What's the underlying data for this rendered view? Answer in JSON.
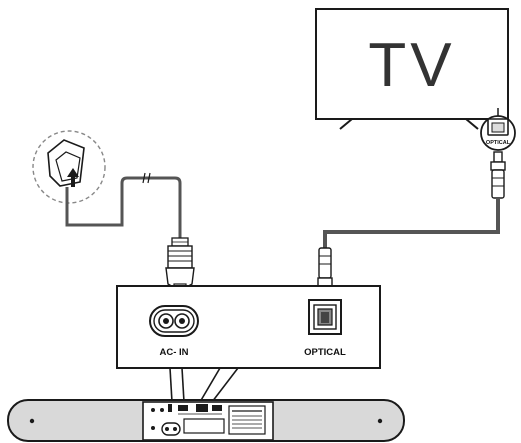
{
  "tv": {
    "label": "TV",
    "optical_port_label": "OPTICAL"
  },
  "panel": {
    "ac_in_label": "AC- IN",
    "optical_label": "OPTICAL"
  },
  "colors": {
    "cable": "#555555",
    "outline": "#1a1a1a",
    "soundbar_body": "#d9d9d9"
  },
  "icons": [
    "wall-outlet-icon",
    "plug-insert-arrow-icon",
    "power-plug-icon",
    "optical-plug-icon",
    "ac-in-socket-icon",
    "optical-socket-icon",
    "soundbar-icon",
    "tv-icon"
  ]
}
